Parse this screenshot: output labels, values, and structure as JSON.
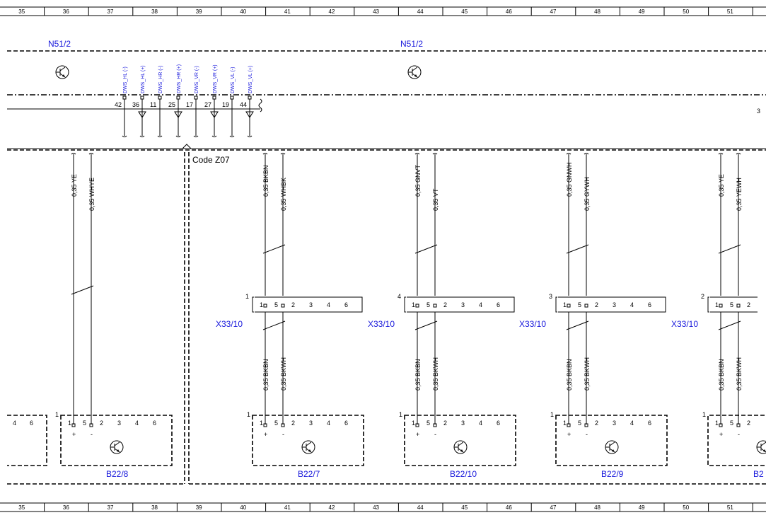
{
  "ruler": {
    "columns": [
      "35",
      "36",
      "37",
      "38",
      "39",
      "40",
      "41",
      "42",
      "43",
      "44",
      "45",
      "46",
      "47",
      "48",
      "49",
      "50",
      "51"
    ]
  },
  "n51": {
    "label_left": "N51/2",
    "label_right": "N51/2",
    "pin_labels": [
      "DWS_HL (-)",
      "DWS_HL (+)",
      "DWS_HR (-)",
      "DWS_HR (+)",
      "DWS_VR (-)",
      "DWS_VR (+)",
      "DWS_VL (-)",
      "DWS_VL (+)"
    ],
    "pin_numbers": [
      "42",
      "36",
      "11",
      "25",
      "17",
      "27",
      "19",
      "44"
    ],
    "edge_mark": "3"
  },
  "code_label": "Code Z07",
  "wires_top": [
    {
      "a": "0,35 YE",
      "b": "0,35 WHYE"
    },
    {
      "a": "0,35 BKBN",
      "b": "0,35 WHBK"
    },
    {
      "a": "0,35 GNVT",
      "b": "0,35 VT"
    },
    {
      "a": "0,35 GNWH",
      "b": "0,35 GYWH"
    },
    {
      "a": "0,35 YE",
      "b": "0,35 YEWH"
    }
  ],
  "wires_bottom": [
    {
      "a": "0,35 BKBN",
      "b": "0,35 BKWH"
    },
    {
      "a": "0,35 BKBN",
      "b": "0,35 BKWH"
    },
    {
      "a": "0,35 BKBN",
      "b": "0,35 BKWH"
    },
    {
      "a": "0,35 BKBN",
      "b": "0,35 BKWH"
    }
  ],
  "x33_connectors": [
    {
      "name": "X33/10",
      "num": "1",
      "pins": [
        "1",
        "5",
        "2",
        "3",
        "4",
        "6"
      ]
    },
    {
      "name": "X33/10",
      "num": "4",
      "pins": [
        "1",
        "5",
        "2",
        "3",
        "4",
        "6"
      ]
    },
    {
      "name": "X33/10",
      "num": "3",
      "pins": [
        "1",
        "5",
        "2",
        "3",
        "4",
        "6"
      ]
    },
    {
      "name": "X33/10",
      "num": "2",
      "pins": [
        "1",
        "5",
        "2"
      ]
    }
  ],
  "sensors": [
    {
      "name": "B22/8",
      "num": "1",
      "pins": [
        "1",
        "5",
        "2",
        "3",
        "4",
        "6"
      ],
      "pol": [
        "+",
        "-"
      ]
    },
    {
      "name": "B22/7",
      "num": "1",
      "pins": [
        "1",
        "5",
        "2",
        "3",
        "4",
        "6"
      ],
      "pol": [
        "+",
        "-"
      ]
    },
    {
      "name": "B22/10",
      "num": "1",
      "pins": [
        "1",
        "5",
        "2",
        "3",
        "4",
        "6"
      ],
      "pol": [
        "+",
        "-"
      ]
    },
    {
      "name": "B22/9",
      "num": "1",
      "pins": [
        "1",
        "5",
        "2",
        "3",
        "4",
        "6"
      ],
      "pol": [
        "+",
        "-"
      ]
    },
    {
      "name": "B2",
      "num": "1",
      "pins": [
        "1",
        "5",
        "2"
      ],
      "pol": [
        "+",
        "-"
      ]
    }
  ],
  "partial_left_box_pins": [
    "4",
    "6"
  ]
}
